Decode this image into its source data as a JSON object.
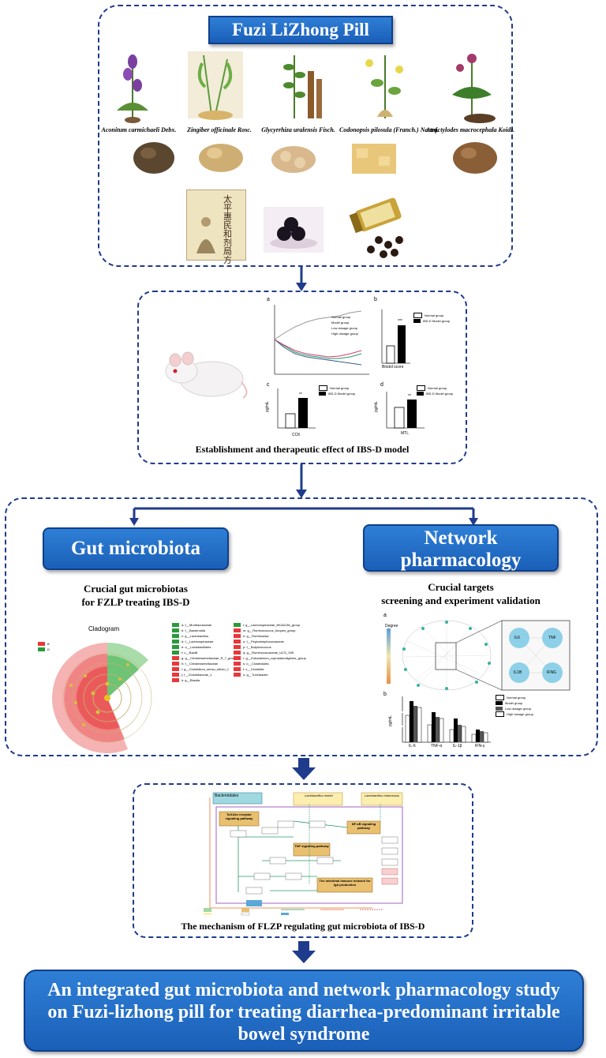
{
  "top": {
    "title": "Fuzi LiZhong Pill",
    "species": [
      "Aconitum carmichaeli Debx.",
      "Zingiber officinale Rosc.",
      "Glycyrrhiza uralensis Fisch.",
      "Codonopsis pilosula (Franch.) Nannf.",
      "Atractylodes macrocephala Koidz."
    ],
    "book_text": "太平惠民和剂局方"
  },
  "model": {
    "caption": "Establishment and therapeutic effect of IBS-D model",
    "panel_a": "a",
    "panel_b": "b",
    "panel_c": "c",
    "panel_d": "d",
    "legend_normal": "Normal group",
    "legend_model": "IBS-D Model group",
    "bristol": "Bristol score",
    "cck": "CCK",
    "mtl": "MTL",
    "pgml": "pg/mL",
    "line_legend": [
      "Normal group",
      "Model group",
      "Low dosage group",
      "High dosage group"
    ]
  },
  "gut": {
    "label": "Gut microbiota",
    "subtitle_1": "Crucial gut microbiotas",
    "subtitle_2": "for FZLP treating IBS-D",
    "cladogram_title": "Cladogram",
    "legend_groups": [
      "B",
      "D"
    ],
    "taxa_green": [
      "a: f__Muribaculaceae",
      "b: f__Bacteroidia",
      "c: g__Lactobacillus",
      "d: f__Lachnospiraceae",
      "e: o__Lactobacillales",
      "f: c__Bacilli",
      "g: g__Christensenellaceae_R_7_group",
      "h: f__Christensenellaceae",
      "i: g__Clostridium_sensu_stricto_1",
      "j: f__Clostridiaceae_1",
      "k: g__Blautia"
    ],
    "taxa_red": [
      "l: g__Lachnospiraceae_NK4A136_group",
      "m: g__Ruminococcus_torques_group",
      "n: g__Romboutsia",
      "o: f__Peptostreptococcaceae",
      "p: f__Butyricicoccus",
      "q: g__Ruminococcaceae_UCG_005",
      "r: g__Eubacterium_coprostanoligenes_group",
      "s: o__Clostridiales",
      "t: c__Clostridia",
      "u: g__Turicibacter"
    ]
  },
  "network": {
    "label_line1": "Network",
    "label_line2": "pharmacology",
    "subtitle_1": "Crucial targets",
    "subtitle_2": "screening and experiment validation",
    "panel_a": "a",
    "panel_b": "b",
    "degree": "Degree",
    "hubs": [
      "IL6",
      "TNF",
      "IL1B",
      "IFNG"
    ],
    "bar_legend": [
      "Normal group",
      "Model group",
      "Low dosage group",
      "High dosage group"
    ],
    "bar_x": [
      "IL-6",
      "TNF-α",
      "IL-1β",
      "IFN-γ"
    ],
    "pgml": "pg/mL"
  },
  "mechanism": {
    "caption": "The mechanism of FLZP regulating gut microbiota of IBS-D",
    "bacteroidales": "Bacteroidales",
    "lacto": "Lactobacillus reuteri",
    "lacto2": "Lactobacillus rhamnosus",
    "tlr": "Toll-like receptor signaling pathway",
    "tnf": "TNF signaling pathway",
    "nfkb": "NF-κB signaling pathway",
    "intestinal": "The intestinal immune network for IgA production"
  },
  "conclusion": {
    "text": "An integrated gut microbiota and network pharmacology study on Fuzi-lizhong pill for treating diarrhea-predominant irritable bowel syndrome"
  },
  "colors": {
    "dash": "#1f3b8c",
    "label_blue": "#2a6fca",
    "arrow": "#1f3b8c",
    "red_clade": "#e8383a",
    "green_clade": "#2a9a3a"
  }
}
